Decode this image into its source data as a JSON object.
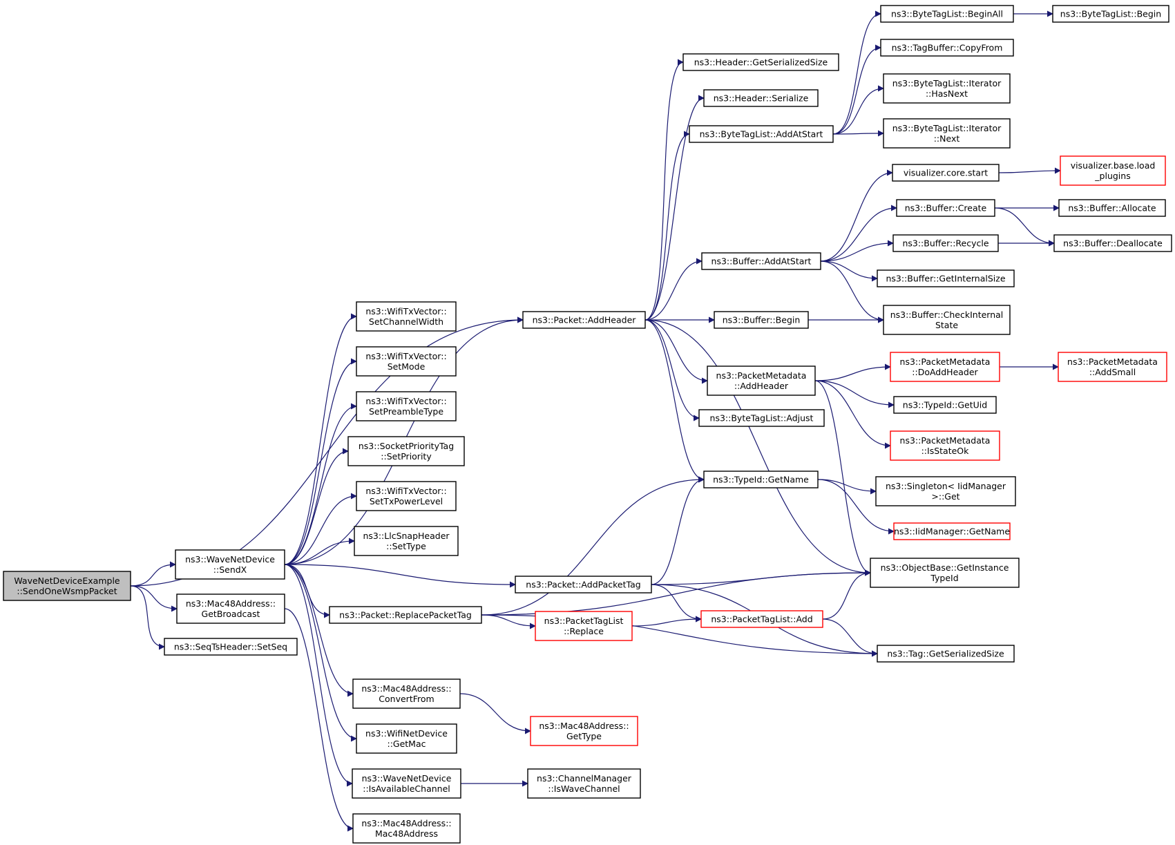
{
  "colors": {
    "edge": "#191970",
    "node_border": "#000000",
    "node_border_red": "#ff0000",
    "root_fill": "#bfbfbf",
    "node_fill": "#ffffff"
  },
  "nodes": [
    {
      "id": "root",
      "lines": [
        "WaveNetDeviceExample",
        "::SendOneWsmpPacket"
      ],
      "style": "root"
    },
    {
      "id": "sendx",
      "lines": [
        "ns3::WaveNetDevice",
        "::SendX"
      ]
    },
    {
      "id": "getbroadcast",
      "lines": [
        "ns3::Mac48Address::",
        "GetBroadcast"
      ]
    },
    {
      "id": "setseq",
      "lines": [
        "ns3::SeqTsHeader::SetSeq"
      ]
    },
    {
      "id": "setchw",
      "lines": [
        "ns3::WifiTxVector::",
        "SetChannelWidth"
      ]
    },
    {
      "id": "setmode",
      "lines": [
        "ns3::WifiTxVector::",
        "SetMode"
      ]
    },
    {
      "id": "setpreamble",
      "lines": [
        "ns3::WifiTxVector::",
        "SetPreambleType"
      ]
    },
    {
      "id": "setpriority",
      "lines": [
        "ns3::SocketPriorityTag",
        "::SetPriority"
      ]
    },
    {
      "id": "settxpower",
      "lines": [
        "ns3::WifiTxVector::",
        "SetTxPowerLevel"
      ]
    },
    {
      "id": "llcsettype",
      "lines": [
        "ns3::LlcSnapHeader",
        "::SetType"
      ]
    },
    {
      "id": "convertfrom",
      "lines": [
        "ns3::Mac48Address::",
        "ConvertFrom"
      ]
    },
    {
      "id": "getmac",
      "lines": [
        "ns3::WifiNetDevice",
        "::GetMac"
      ]
    },
    {
      "id": "isavail",
      "lines": [
        "ns3::WaveNetDevice",
        "::IsAvailableChannel"
      ]
    },
    {
      "id": "mac48ctor",
      "lines": [
        "ns3::Mac48Address::",
        "Mac48Address"
      ]
    },
    {
      "id": "addheader",
      "lines": [
        "ns3::Packet::AddHeader"
      ]
    },
    {
      "id": "replacetag",
      "lines": [
        "ns3::Packet::ReplacePacketTag"
      ]
    },
    {
      "id": "addpackettag",
      "lines": [
        "ns3::Packet::AddPacketTag"
      ]
    },
    {
      "id": "ptlreplace",
      "lines": [
        "ns3::PacketTagList",
        "::Replace"
      ],
      "style": "red"
    },
    {
      "id": "mac48gettype",
      "lines": [
        "ns3::Mac48Address::",
        "GetType"
      ],
      "style": "red"
    },
    {
      "id": "iswave",
      "lines": [
        "ns3::ChannelManager",
        "::IsWaveChannel"
      ]
    },
    {
      "id": "hdrsize",
      "lines": [
        "ns3::Header::GetSerializedSize"
      ]
    },
    {
      "id": "hdrser",
      "lines": [
        "ns3::Header::Serialize"
      ]
    },
    {
      "id": "btladdatstart",
      "lines": [
        "ns3::ByteTagList::AddAtStart"
      ]
    },
    {
      "id": "bufaddatstart",
      "lines": [
        "ns3::Buffer::AddAtStart"
      ]
    },
    {
      "id": "bufbegin",
      "lines": [
        "ns3::Buffer::Begin"
      ]
    },
    {
      "id": "pmaddheader",
      "lines": [
        "ns3::PacketMetadata",
        "::AddHeader"
      ]
    },
    {
      "id": "btladjust",
      "lines": [
        "ns3::ByteTagList::Adjust"
      ]
    },
    {
      "id": "tidgetname",
      "lines": [
        "ns3::TypeId::GetName"
      ]
    },
    {
      "id": "ptladd",
      "lines": [
        "ns3::PacketTagList::Add"
      ],
      "style": "red"
    },
    {
      "id": "btlbeginall",
      "lines": [
        "ns3::ByteTagList::BeginAll"
      ]
    },
    {
      "id": "tbcopyfrom",
      "lines": [
        "ns3::TagBuffer::CopyFrom"
      ]
    },
    {
      "id": "itnhasnext",
      "lines": [
        "ns3::ByteTagList::Iterator",
        "::HasNext"
      ]
    },
    {
      "id": "itnext",
      "lines": [
        "ns3::ByteTagList::Iterator",
        "::Next"
      ]
    },
    {
      "id": "vizstart",
      "lines": [
        "visualizer.core.start"
      ]
    },
    {
      "id": "bufcreate",
      "lines": [
        "ns3::Buffer::Create"
      ]
    },
    {
      "id": "bufrecycle",
      "lines": [
        "ns3::Buffer::Recycle"
      ]
    },
    {
      "id": "bufgetinternal",
      "lines": [
        "ns3::Buffer::GetInternalSize"
      ]
    },
    {
      "id": "bufcheck",
      "lines": [
        "ns3::Buffer::CheckInternal",
        "State"
      ]
    },
    {
      "id": "pmdoadd",
      "lines": [
        "ns3::PacketMetadata",
        "::DoAddHeader"
      ],
      "style": "red"
    },
    {
      "id": "tidgetuid",
      "lines": [
        "ns3::TypeId::GetUid"
      ]
    },
    {
      "id": "pmisstateok",
      "lines": [
        "ns3::PacketMetadata",
        "::IsStateOk"
      ],
      "style": "red"
    },
    {
      "id": "singletonget",
      "lines": [
        "ns3::Singleton< IidManager",
        ">::Get"
      ]
    },
    {
      "id": "iidgetname",
      "lines": [
        "ns3::IidManager::GetName"
      ],
      "style": "red"
    },
    {
      "id": "objgetinst",
      "lines": [
        "ns3::ObjectBase::GetInstance",
        "TypeId"
      ]
    },
    {
      "id": "taggetsize",
      "lines": [
        "ns3::Tag::GetSerializedSize"
      ]
    },
    {
      "id": "btlbegin",
      "lines": [
        "ns3::ByteTagList::Begin"
      ]
    },
    {
      "id": "vizload",
      "lines": [
        "visualizer.base.load",
        "_plugins"
      ],
      "style": "red"
    },
    {
      "id": "bufallocate",
      "lines": [
        "ns3::Buffer::Allocate"
      ]
    },
    {
      "id": "bufdeallocate",
      "lines": [
        "ns3::Buffer::Deallocate"
      ]
    },
    {
      "id": "pmaddsmall",
      "lines": [
        "ns3::PacketMetadata",
        "::AddSmall"
      ],
      "style": "red"
    }
  ],
  "edges": [
    [
      "root",
      "sendx"
    ],
    [
      "root",
      "getbroadcast"
    ],
    [
      "root",
      "setseq"
    ],
    [
      "root",
      "addheader"
    ],
    [
      "sendx",
      "setchw"
    ],
    [
      "sendx",
      "setmode"
    ],
    [
      "sendx",
      "setpreamble"
    ],
    [
      "sendx",
      "setpriority"
    ],
    [
      "sendx",
      "settxpower"
    ],
    [
      "sendx",
      "llcsettype"
    ],
    [
      "sendx",
      "addheader"
    ],
    [
      "sendx",
      "replacetag"
    ],
    [
      "sendx",
      "addpackettag"
    ],
    [
      "sendx",
      "convertfrom"
    ],
    [
      "sendx",
      "getmac"
    ],
    [
      "sendx",
      "isavail"
    ],
    [
      "getbroadcast",
      "mac48ctor"
    ],
    [
      "addheader",
      "hdrsize"
    ],
    [
      "addheader",
      "hdrser"
    ],
    [
      "addheader",
      "btladdatstart"
    ],
    [
      "addheader",
      "bufaddatstart"
    ],
    [
      "addheader",
      "bufbegin"
    ],
    [
      "addheader",
      "pmaddheader"
    ],
    [
      "addheader",
      "btladjust"
    ],
    [
      "addheader",
      "tidgetname"
    ],
    [
      "addheader",
      "objgetinst"
    ],
    [
      "replacetag",
      "tidgetname"
    ],
    [
      "replacetag",
      "objgetinst"
    ],
    [
      "replacetag",
      "ptlreplace"
    ],
    [
      "replacetag",
      "taggetsize"
    ],
    [
      "addpackettag",
      "tidgetname"
    ],
    [
      "addpackettag",
      "objgetinst"
    ],
    [
      "addpackettag",
      "ptladd"
    ],
    [
      "addpackettag",
      "taggetsize"
    ],
    [
      "ptlreplace",
      "ptladd"
    ],
    [
      "convertfrom",
      "mac48gettype"
    ],
    [
      "isavail",
      "iswave"
    ],
    [
      "btladdatstart",
      "btlbeginall"
    ],
    [
      "btladdatstart",
      "tbcopyfrom"
    ],
    [
      "btladdatstart",
      "itnhasnext"
    ],
    [
      "btladdatstart",
      "itnext"
    ],
    [
      "btlbeginall",
      "btlbegin"
    ],
    [
      "bufaddatstart",
      "vizstart"
    ],
    [
      "bufaddatstart",
      "bufcreate"
    ],
    [
      "bufaddatstart",
      "bufrecycle"
    ],
    [
      "bufaddatstart",
      "bufgetinternal"
    ],
    [
      "bufaddatstart",
      "bufcheck"
    ],
    [
      "vizstart",
      "vizload"
    ],
    [
      "bufcreate",
      "bufallocate"
    ],
    [
      "bufcreate",
      "bufdeallocate"
    ],
    [
      "bufrecycle",
      "bufdeallocate"
    ],
    [
      "bufbegin",
      "bufcheck"
    ],
    [
      "pmaddheader",
      "pmdoadd"
    ],
    [
      "pmaddheader",
      "tidgetuid"
    ],
    [
      "pmaddheader",
      "pmisstateok"
    ],
    [
      "pmaddheader",
      "objgetinst"
    ],
    [
      "pmdoadd",
      "pmaddsmall"
    ],
    [
      "tidgetname",
      "singletonget"
    ],
    [
      "tidgetname",
      "iidgetname"
    ],
    [
      "ptladd",
      "objgetinst"
    ],
    [
      "ptladd",
      "taggetsize"
    ]
  ]
}
